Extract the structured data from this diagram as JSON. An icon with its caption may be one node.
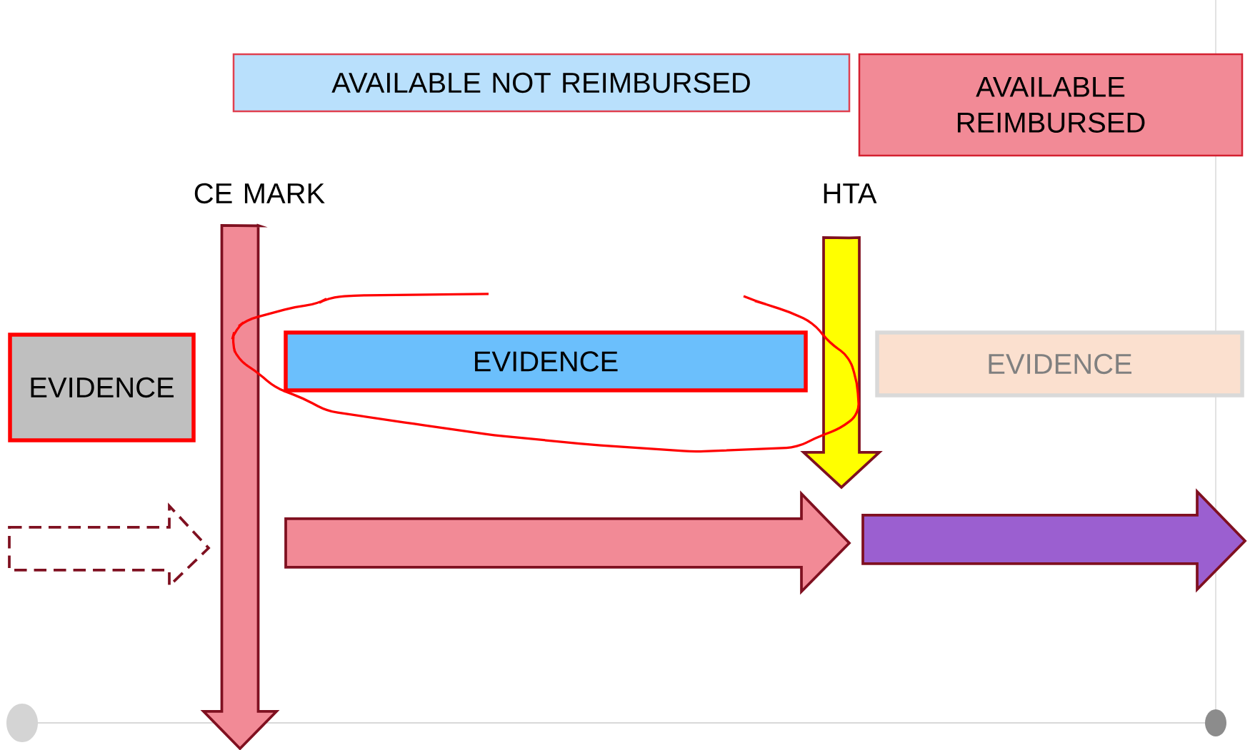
{
  "diagram": {
    "nodes": [
      {
        "text": [
          "AVAILABLE NOT REIMBURSED"
        ]
      },
      {
        "text": [
          "AVAILABLE REIMBURSED"
        ]
      },
      {
        "text": [
          "CE MARK"
        ]
      },
      {
        "text": [
          "HTA"
        ]
      },
      {
        "text": [
          "EVIDENCE"
        ]
      },
      {
        "text": [
          "EVIDENCE"
        ]
      },
      {
        "text": [
          "EVIDENCE"
        ]
      }
    ],
    "edges": [
      {
        "from": 2,
        "to": null,
        "arrow": "to",
        "color": "#f28a96"
      },
      {
        "from": 3,
        "to": null,
        "arrow": "to",
        "color": "#ffff00"
      }
    ]
  }
}
